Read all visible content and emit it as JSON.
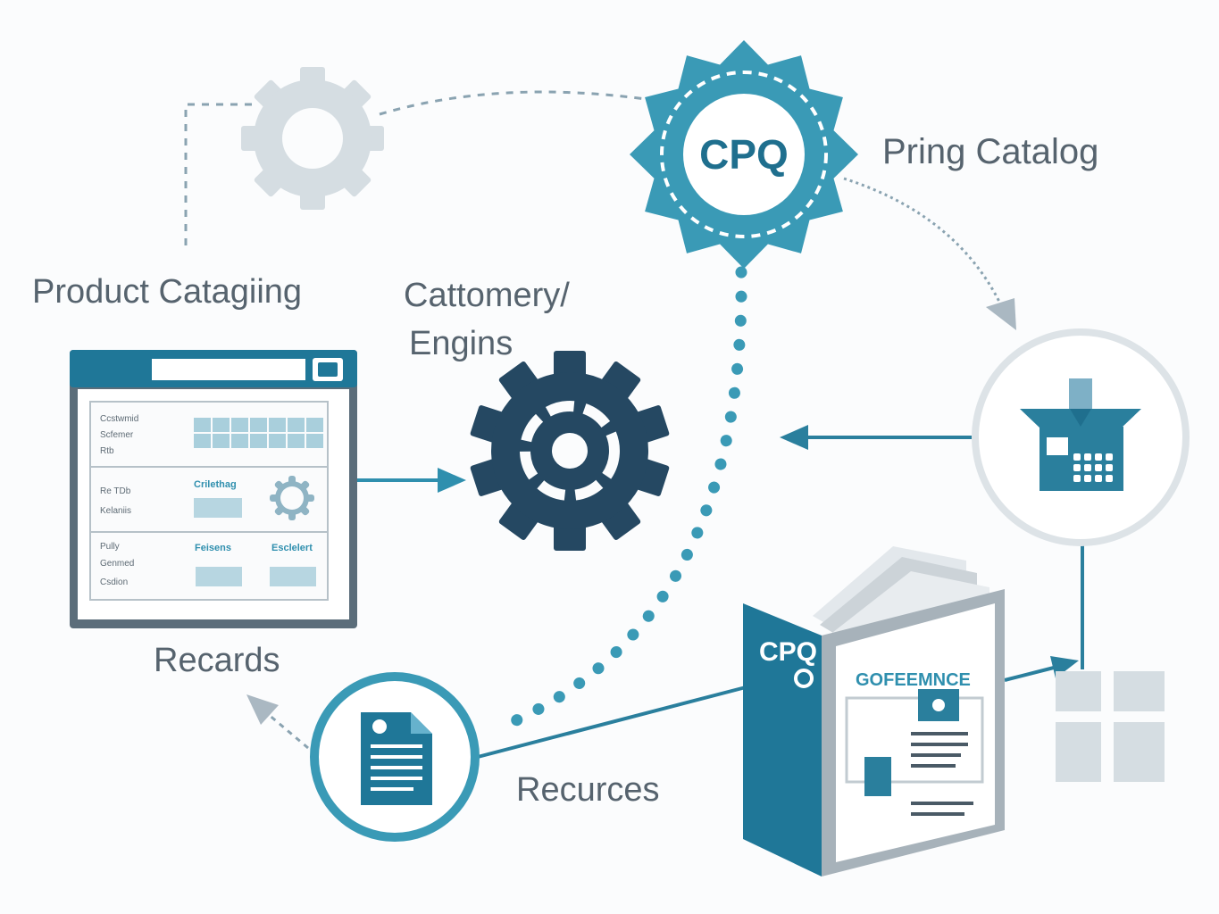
{
  "labels": {
    "cpq_center": "CPQ",
    "pricing_catalog": "Pring Catalog",
    "product_catalog": "Product Catagiing",
    "engine_line1": "Cattomery/",
    "engine_line2": "Engins",
    "records": "Recards",
    "resources": "Recurces"
  },
  "catalog_window": {
    "rows_1": [
      "Ccstwmid",
      "Scfemer",
      "Rtb"
    ],
    "rows_2": [
      "Re TDb",
      "Kelaniis"
    ],
    "rows_3": [
      "Pully",
      "Genmed",
      "Csdion"
    ],
    "col_head_1": "Crilethag",
    "col_head_2": "Feisens",
    "col_head_3": "Esclelert"
  },
  "book": {
    "spine_logo": "CPQ",
    "cover_title": "GOFEEMNCE"
  },
  "colors": {
    "teal": "#3a9ab6",
    "dark_teal": "#1f7798",
    "navy": "#254862",
    "light_gray": "#d5dde2",
    "text": "#56636e"
  }
}
